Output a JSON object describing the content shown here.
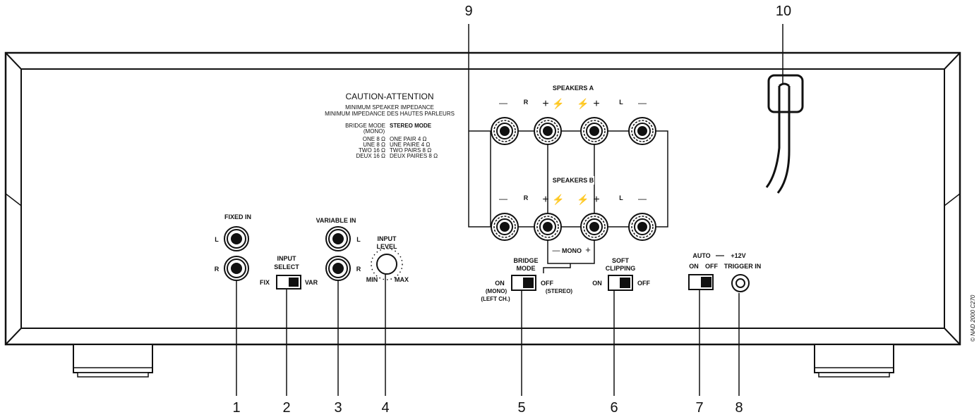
{
  "callouts": [
    "1",
    "2",
    "3",
    "4",
    "5",
    "6",
    "7",
    "8",
    "9",
    "10"
  ],
  "caution": {
    "title": "CAUTION-ATTENTION",
    "line1": "MINIMUM SPEAKER IMPEDANCE",
    "line2": "MINIMUM IMPEDANCE DES HAUTES PARLEURS",
    "bridge_head": "BRIDGE MODE",
    "bridge_sub": "(MONO)",
    "stereo_head": "STEREO MODE",
    "bridge_rows": [
      "ONE 8 Ω",
      "UNE 8 Ω",
      "TWO 16 Ω",
      "DEUX 16 Ω"
    ],
    "stereo_rows": [
      "ONE PAIR 4 Ω",
      "UNE PAIRE 4 Ω",
      "TWO PAIRS 8 Ω",
      "DEUX PAIRES 8 Ω"
    ]
  },
  "speakers": {
    "a_label": "SPEAKERS A",
    "b_label": "SPEAKERS B",
    "minus": "—",
    "plus": "+",
    "r": "R",
    "l": "L",
    "mono": "MONO"
  },
  "inputs": {
    "fixed_in": "FIXED IN",
    "variable_in": "VARIABLE IN",
    "l": "L",
    "r": "R",
    "input_select_1": "INPUT",
    "input_select_2": "SELECT",
    "fix": "FIX",
    "var": "VAR",
    "input_level_1": "INPUT",
    "input_level_2": "LEVEL",
    "min": "MIN",
    "max": "MAX"
  },
  "bridge": {
    "label1": "BRIDGE",
    "label2": "MODE",
    "on": "ON",
    "on_sub1": "(MONO)",
    "on_sub2": "(LEFT CH.)",
    "off": "OFF",
    "off_sub": "(STEREO)"
  },
  "soft": {
    "label1": "SOFT",
    "label2": "CLIPPING",
    "on": "ON",
    "off": "OFF"
  },
  "trigger": {
    "auto": "AUTO",
    "on": "ON",
    "off": "OFF",
    "v12": "+12V",
    "trigger_in": "TRIGGER IN"
  },
  "copyright": "© NAD 2000 C270"
}
